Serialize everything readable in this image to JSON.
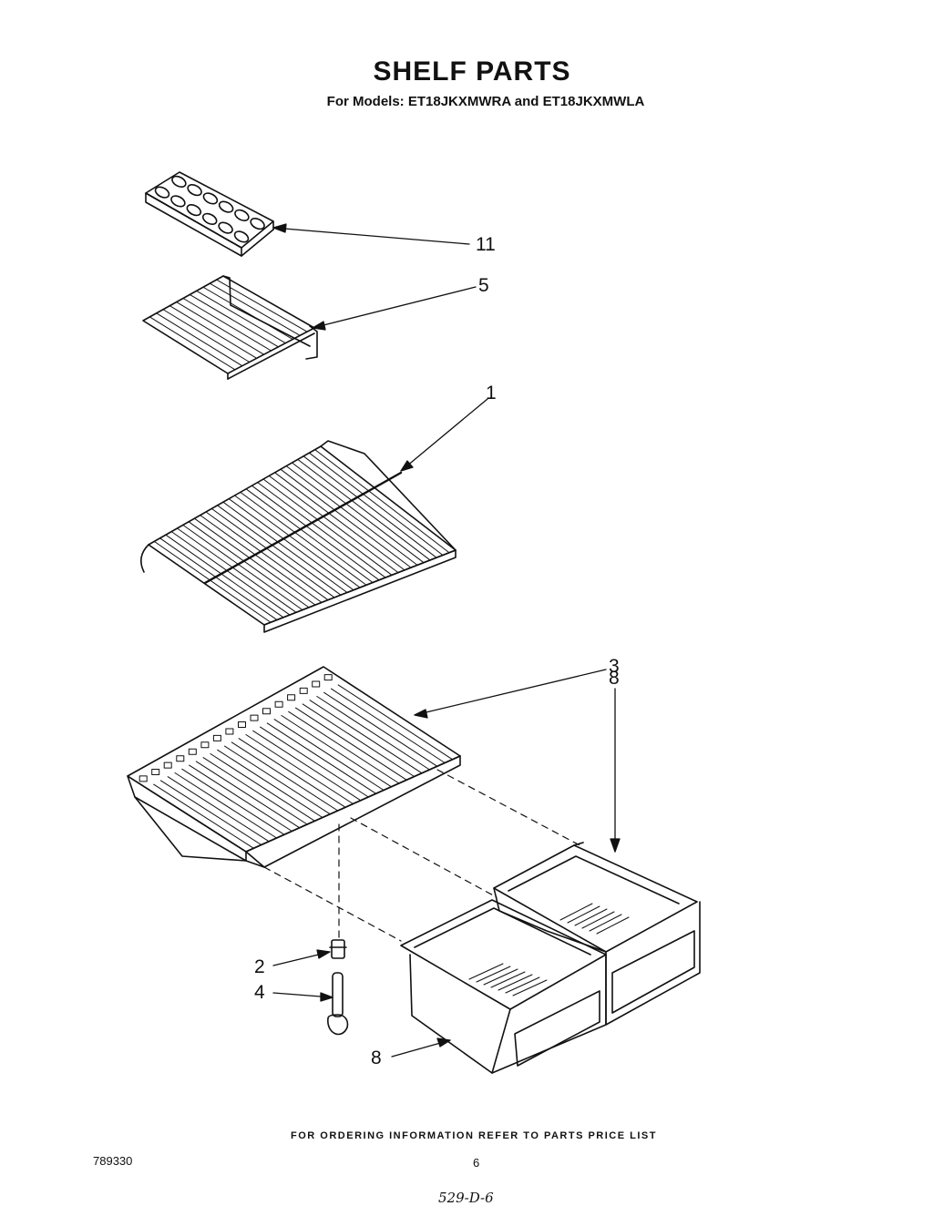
{
  "header": {
    "title": "SHELF PARTS",
    "subtitle": "For Models: ET18JKXMWRA and ET18JKXMWLA"
  },
  "callouts": {
    "ice_tray": "11",
    "small_shelf": "5",
    "wire_shelf": "1",
    "crisper_cover": "3",
    "crisper_right": "8",
    "bracket_top": "2",
    "bracket_rod": "4",
    "crisper_left": "8"
  },
  "parts": {
    "ice_tray": "ice cube tray",
    "small_shelf": "small wire shelf",
    "wire_shelf": "wire shelf",
    "crisper_cover": "crisper cover frame",
    "crisper_bins": "crisper pans",
    "support": "center support"
  },
  "footer": {
    "ordering_note": "FOR ORDERING INFORMATION REFER TO PARTS PRICE LIST",
    "document_number": "789330",
    "page_number": "6",
    "handwritten_note": "529-D-6"
  }
}
